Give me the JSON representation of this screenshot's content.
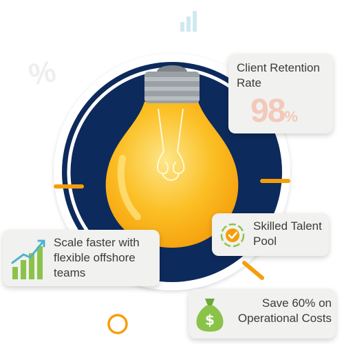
{
  "cards": {
    "retention": {
      "label": "Client Retention Rate",
      "value": "98",
      "unit": "%"
    },
    "talent": {
      "label": "Skilled Talent Pool"
    },
    "scale": {
      "label": "Scale faster with flexible offshore teams"
    },
    "costs": {
      "label": "Save 60% on Operational Costs"
    }
  },
  "decor": {
    "percent_symbol": "%"
  },
  "icons": {
    "bar-chart-icon": "faded bar chart",
    "target-check-icon": "target with checkmark",
    "growth-chart-icon": "rising bar chart with arrow",
    "money-bag-icon": "money bag with dollar sign",
    "lightbulb": "glowing light bulb"
  },
  "colors": {
    "navy": "#0d2a5c",
    "bulb": "#fbbf24",
    "bulb_light": "#fcd34d",
    "base_grey": "#9aa0a6",
    "accent_orange": "#f59e0b",
    "green": "#8bc34a",
    "card_bg": "#f1f1ef",
    "text": "#3b3b3b"
  }
}
